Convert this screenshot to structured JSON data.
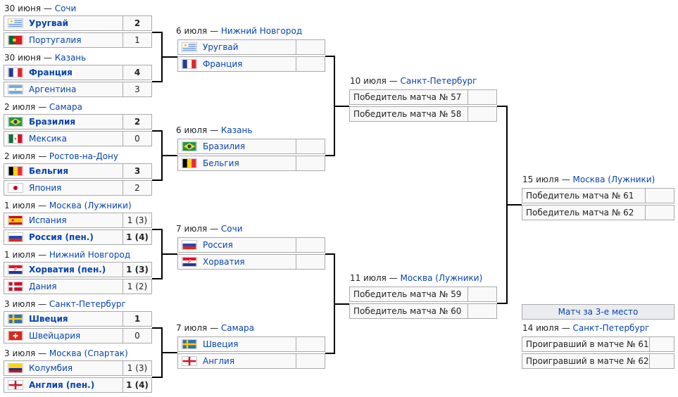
{
  "round_of_16": [
    {
      "date": "30 июня",
      "sep": " — ",
      "venue": "Сочи",
      "teams": [
        {
          "name": "Уругвай",
          "score": "2",
          "winner": true,
          "flag": "uruguay-flag"
        },
        {
          "name": "Португалия",
          "score": "1",
          "winner": false,
          "flag": "portugal-flag"
        }
      ]
    },
    {
      "date": "30 июня",
      "sep": " — ",
      "venue": "Казань",
      "teams": [
        {
          "name": "Франция",
          "score": "4",
          "winner": true,
          "flag": "france-flag"
        },
        {
          "name": "Аргентина",
          "score": "3",
          "winner": false,
          "flag": "argentina-flag"
        }
      ]
    },
    {
      "date": "2 июля",
      "sep": " — ",
      "venue": "Самара",
      "teams": [
        {
          "name": "Бразилия",
          "score": "2",
          "winner": true,
          "flag": "brazil-flag"
        },
        {
          "name": "Мексика",
          "score": "0",
          "winner": false,
          "flag": "mexico-flag"
        }
      ]
    },
    {
      "date": "2 июля",
      "sep": " — ",
      "venue": "Ростов-на-Дону",
      "teams": [
        {
          "name": "Бельгия",
          "score": "3",
          "winner": true,
          "flag": "belgium-flag"
        },
        {
          "name": "Япония",
          "score": "2",
          "winner": false,
          "flag": "japan-flag"
        }
      ]
    },
    {
      "date": "1 июля",
      "sep": " — ",
      "venue": "Москва (Лужники)",
      "teams": [
        {
          "name": "Испания",
          "score": "1 (3)",
          "winner": false,
          "flag": "spain-flag"
        },
        {
          "name": "Россия (пен.)",
          "score": "1 (4)",
          "winner": true,
          "flag": "russia-flag"
        }
      ]
    },
    {
      "date": "1 июля",
      "sep": " — ",
      "venue": "Нижний Новгород",
      "teams": [
        {
          "name": "Хорватия (пен.)",
          "score": "1 (3)",
          "winner": true,
          "flag": "croatia-flag"
        },
        {
          "name": "Дания",
          "score": "1 (2)",
          "winner": false,
          "flag": "denmark-flag"
        }
      ]
    },
    {
      "date": "3 июля",
      "sep": " — ",
      "venue": "Санкт-Петербург",
      "teams": [
        {
          "name": "Швеция",
          "score": "1",
          "winner": true,
          "flag": "sweden-flag"
        },
        {
          "name": "Швейцария",
          "score": "0",
          "winner": false,
          "flag": "switzerland-flag"
        }
      ]
    },
    {
      "date": "3 июля",
      "sep": " — ",
      "venue": "Москва (Спартак)",
      "teams": [
        {
          "name": "Колумбия",
          "score": "1 (3)",
          "winner": false,
          "flag": "colombia-flag"
        },
        {
          "name": "Англия (пен.)",
          "score": "1 (4)",
          "winner": true,
          "flag": "england-flag"
        }
      ]
    }
  ],
  "quarter_finals": [
    {
      "date": "6 июля",
      "sep": " — ",
      "venue": "Нижний Новгород",
      "teams": [
        {
          "name": "Уругвай",
          "score": "",
          "flag": "uruguay-flag"
        },
        {
          "name": "Франция",
          "score": "",
          "flag": "france-flag"
        }
      ]
    },
    {
      "date": "6 июля",
      "sep": " — ",
      "venue": "Казань",
      "teams": [
        {
          "name": "Бразилия",
          "score": "",
          "flag": "brazil-flag"
        },
        {
          "name": "Бельгия",
          "score": "",
          "flag": "belgium-flag"
        }
      ]
    },
    {
      "date": "7 июля",
      "sep": " — ",
      "venue": "Сочи",
      "teams": [
        {
          "name": "Россия",
          "score": "",
          "flag": "russia-flag"
        },
        {
          "name": "Хорватия",
          "score": "",
          "flag": "croatia-flag"
        }
      ]
    },
    {
      "date": "7 июля",
      "sep": " — ",
      "venue": "Самара",
      "teams": [
        {
          "name": "Швеция",
          "score": "",
          "flag": "sweden-flag"
        },
        {
          "name": "Англия",
          "score": "",
          "flag": "england-flag"
        }
      ]
    }
  ],
  "semi_finals": [
    {
      "date": "10 июля",
      "sep": " — ",
      "venue": "Санкт-Петербург",
      "teams": [
        {
          "name": "Победитель матча № 57",
          "score": ""
        },
        {
          "name": "Победитель матча № 58",
          "score": ""
        }
      ]
    },
    {
      "date": "11 июля",
      "sep": " — ",
      "venue": "Москва (Лужники)",
      "teams": [
        {
          "name": "Победитель матча № 59",
          "score": ""
        },
        {
          "name": "Победитель матча № 60",
          "score": ""
        }
      ]
    }
  ],
  "final": {
    "date": "15 июля",
    "sep": " — ",
    "venue": "Москва (Лужники)",
    "teams": [
      {
        "name": "Победитель матча № 61",
        "score": ""
      },
      {
        "name": "Победитель матча № 62",
        "score": ""
      }
    ]
  },
  "third_place": {
    "title": "Матч за 3-е место",
    "date": "14 июля",
    "sep": " — ",
    "venue": "Санкт-Петербург",
    "teams": [
      {
        "name": "Проигравший в матче № 61",
        "score": ""
      },
      {
        "name": "Проигравший в матче № 62",
        "score": ""
      }
    ]
  },
  "colors": {
    "link": "#0645ad",
    "border": "#aaaaaa",
    "row_bg": "#f9f9f9",
    "header_bg": "#eaecf0",
    "line": "#000000"
  }
}
